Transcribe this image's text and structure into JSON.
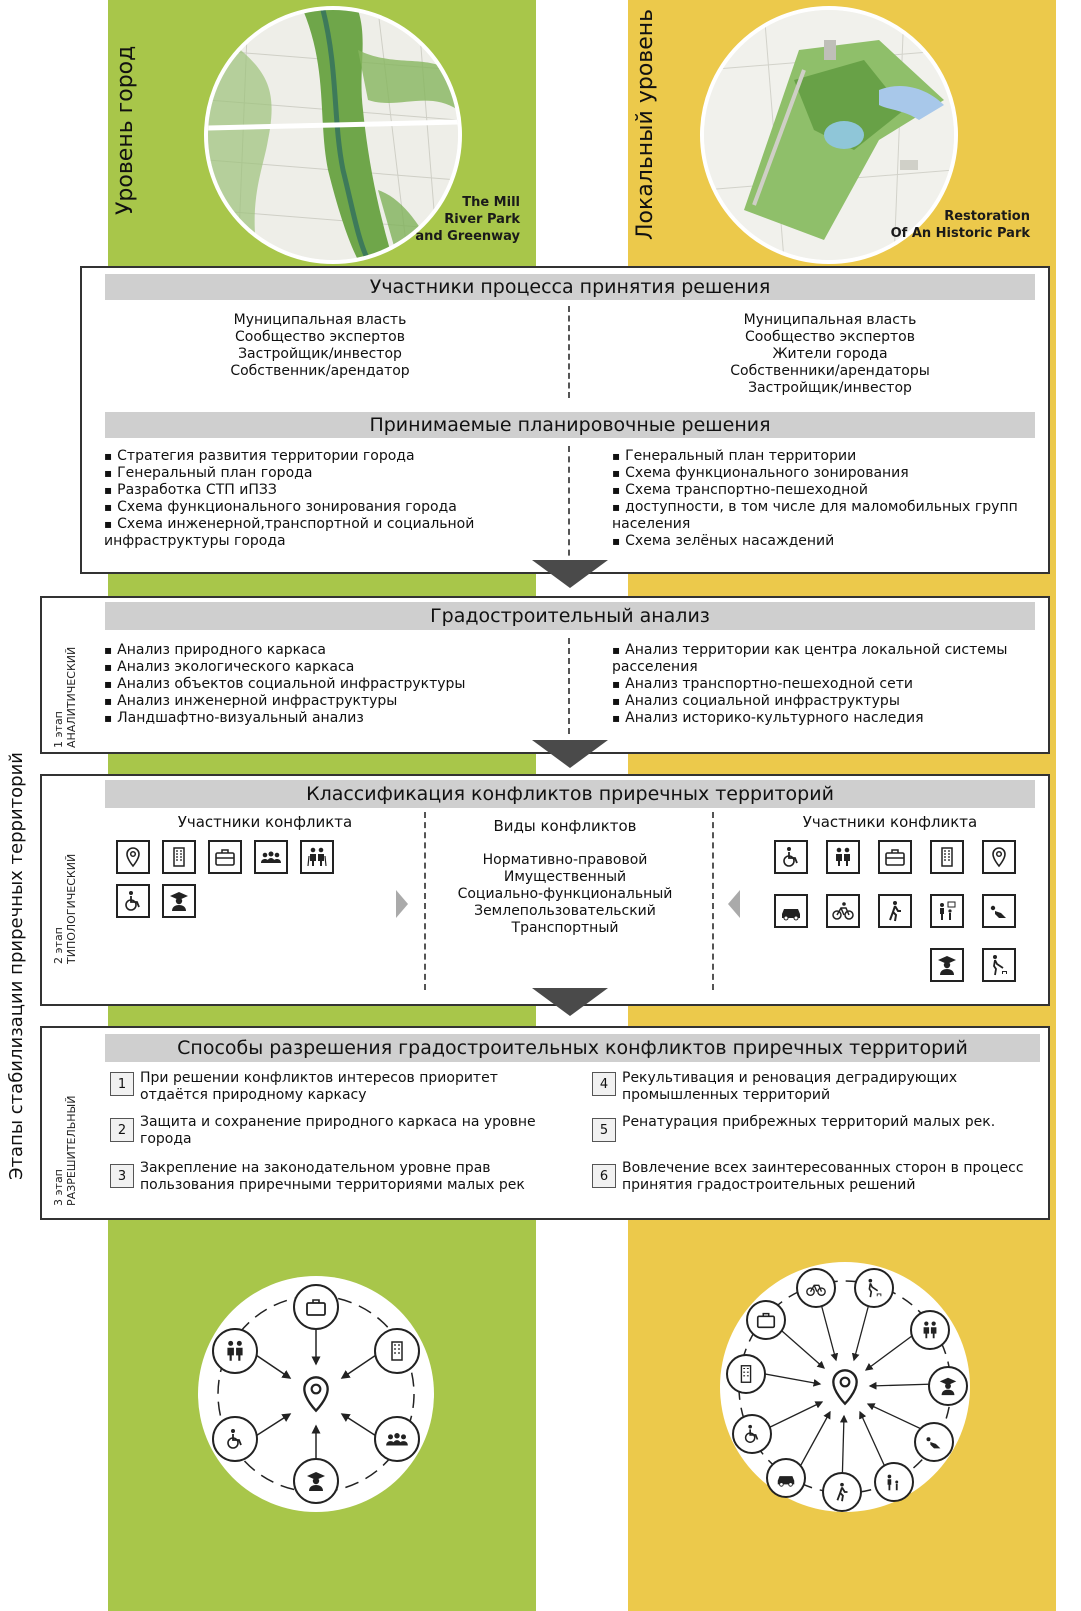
{
  "levels": {
    "city": {
      "label": "Уровень город",
      "caption": [
        "The Mill",
        "River Park",
        "and Greenway"
      ]
    },
    "local": {
      "label": "Локальный уровень",
      "caption": [
        "Restoration",
        "Of An Historic Park"
      ]
    }
  },
  "side_label": "Этапы стабилизации приречных территорий",
  "participants": {
    "title": "Участники процесса принятия решения",
    "left": [
      "Муниципальная власть",
      "Сообщество экспертов",
      "Застройщик/инвестор",
      "Собственник/арендатор"
    ],
    "right": [
      "Муниципальная власть",
      "Сообщество экспертов",
      "Жители города",
      "Собственники/арендаторы",
      "Застройщик/инвестор"
    ]
  },
  "planning": {
    "title": "Принимаемые планировочные решения",
    "left": [
      "Стратегия развития территории города",
      "Генеральный план города",
      "Разработка СТП иПЗЗ",
      "Схема функционального зонирования города",
      "Схема инженерной,транспортной и социальной инфраструктуры города"
    ],
    "right": [
      "Генеральный план территории",
      "Схема функционального зонирования",
      "Схема транспортно-пешеходной",
      "доступности, в том числе для маломобильных групп населения",
      "Схема зелёных насаждений"
    ]
  },
  "stage1": {
    "label": [
      "1 этап",
      "АНАЛИТИЧЕСКИЙ"
    ],
    "title": "Градостроительный анализ",
    "left": [
      "Анализ природного каркаса",
      "Анализ экологического каркаса",
      "Анализ объектов социальной инфраструктуры",
      "Анализ инженерной инфраструктуры",
      "Ландшафтно-визуальный анализ"
    ],
    "right": [
      "Анализ территории как центра локальной системы расселения",
      "Анализ транспортно-пешеходной сети",
      "Анализ социальной инфраструктуры",
      "Анализ историко-культурного наследия"
    ]
  },
  "stage2": {
    "label": [
      "2 этап",
      "ТИПОЛОГИЧЕСКИЙ"
    ],
    "title": "Классификация конфликтов приречных территорий",
    "left_heading": "Участники конфликта",
    "middle_heading": "Виды конфликтов",
    "right_heading": "Участники конфликта",
    "conflict_types": [
      "Нормативно-правовой",
      "Имущественный",
      "Социально-функциональный",
      "Землепользовательский",
      "Транспортный"
    ],
    "left_icons": [
      "location-pin-icon",
      "office-building-icon",
      "briefcase-icon",
      "group-icon",
      "elderly-couple-icon",
      "wheelchair-icon",
      "graduate-icon"
    ],
    "right_icons": [
      "wheelchair-icon",
      "elderly-couple-icon",
      "briefcase-icon",
      "office-building-icon",
      "location-pin-icon",
      "car-icon",
      "bicycle-icon",
      "pedestrian-icon",
      "family-icon",
      "reclining-person-icon",
      "graduate-icon",
      "dog-walker-icon"
    ]
  },
  "stage3": {
    "label": [
      "3 этап",
      "РАЗРЕШИТЕЛЬНЫЙ"
    ],
    "title": "Способы разрешения градостроительных конфликтов приречных территорий",
    "items": [
      {
        "n": "1",
        "text": "При решении конфликтов интересов приоритет отдаётся природному каркасу"
      },
      {
        "n": "2",
        "text": "Защита и сохранение природного каркаса на уровне города"
      },
      {
        "n": "3",
        "text": "Закрепление на законодательном уровне прав пользования приречными территориями малых рек"
      },
      {
        "n": "4",
        "text": "Рекультивация и реновация деградирующих промышленных территорий"
      },
      {
        "n": "5",
        "text": "Ренатурация прибрежных территорий малых рек."
      },
      {
        "n": "6",
        "text": "Вовлечение всех заинтересованных сторон в процесс принятия градостроительных решений"
      }
    ]
  },
  "colors": {
    "green": "#a8c64a",
    "yellow": "#ecc94b",
    "title_bar": "#cfcfcf"
  }
}
